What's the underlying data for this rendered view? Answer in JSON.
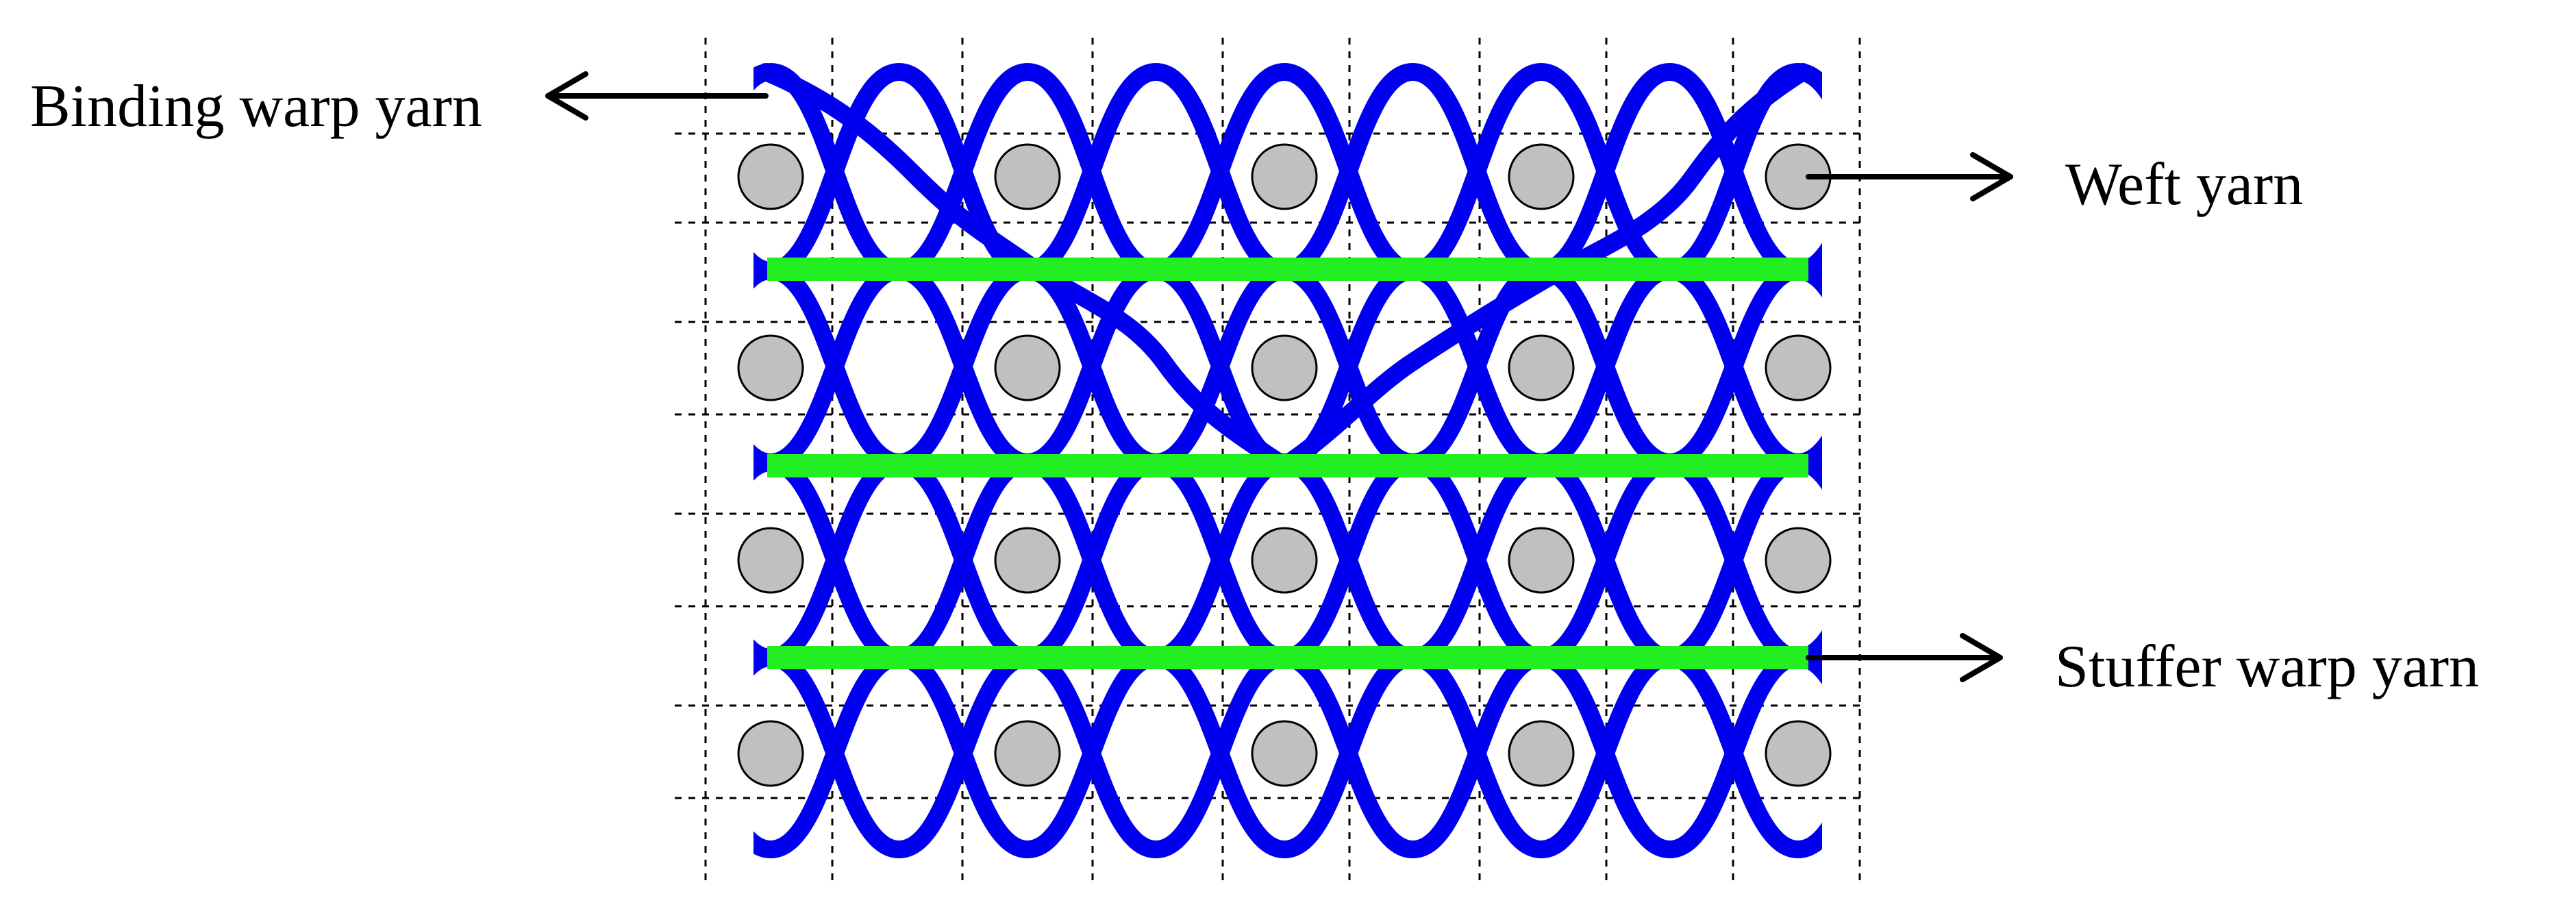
{
  "labels": {
    "binding_warp": "Binding warp yarn",
    "weft": "Weft yarn",
    "stuffer_warp": "Stuffer warp yarn"
  },
  "structure": {
    "weft_rows": 4,
    "weft_columns": 5,
    "stuffer_warp_count": 3
  },
  "colors": {
    "binding_warp": "#0000ee",
    "stuffer_warp": "#22ee22",
    "weft_fill": "#c0c0c0",
    "weft_stroke": "#000000",
    "grid": "#000000",
    "arrow": "#000000"
  }
}
